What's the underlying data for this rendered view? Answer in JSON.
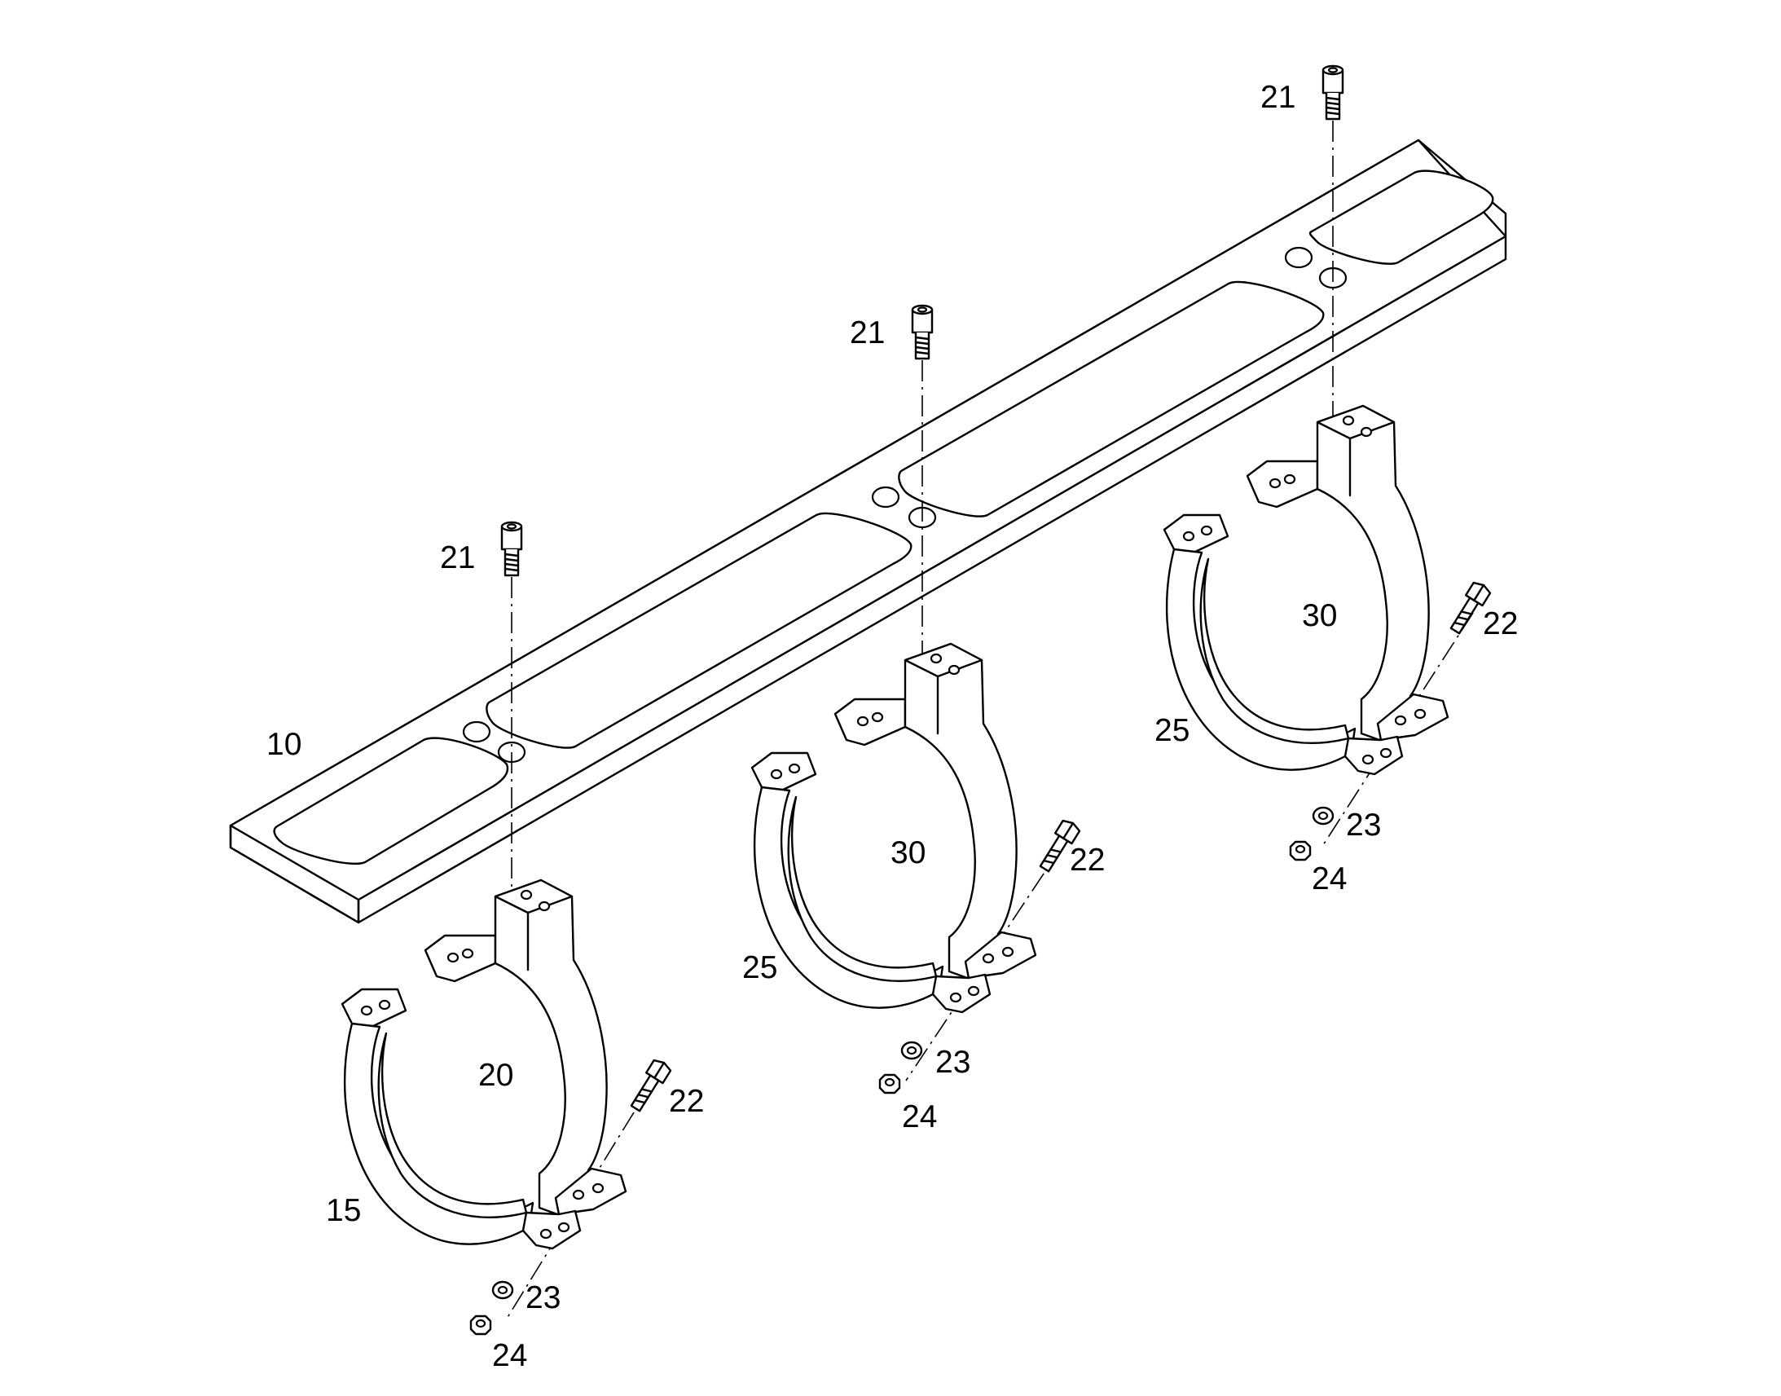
{
  "callouts": {
    "frame": "10",
    "clamp_left": "15",
    "clamp_top_left": "20",
    "screw_top_left": "21",
    "screw_top_mid": "21",
    "screw_top_right": "21",
    "bolt_left": "22",
    "bolt_mid": "22",
    "bolt_right": "22",
    "washer_left": "23",
    "washer_mid": "23",
    "washer_right": "23",
    "nut_left": "24",
    "nut_mid": "24",
    "nut_right": "24",
    "clamp_mid": "25",
    "clamp_right": "25",
    "clamp_top_mid": "30",
    "clamp_top_right": "30"
  }
}
